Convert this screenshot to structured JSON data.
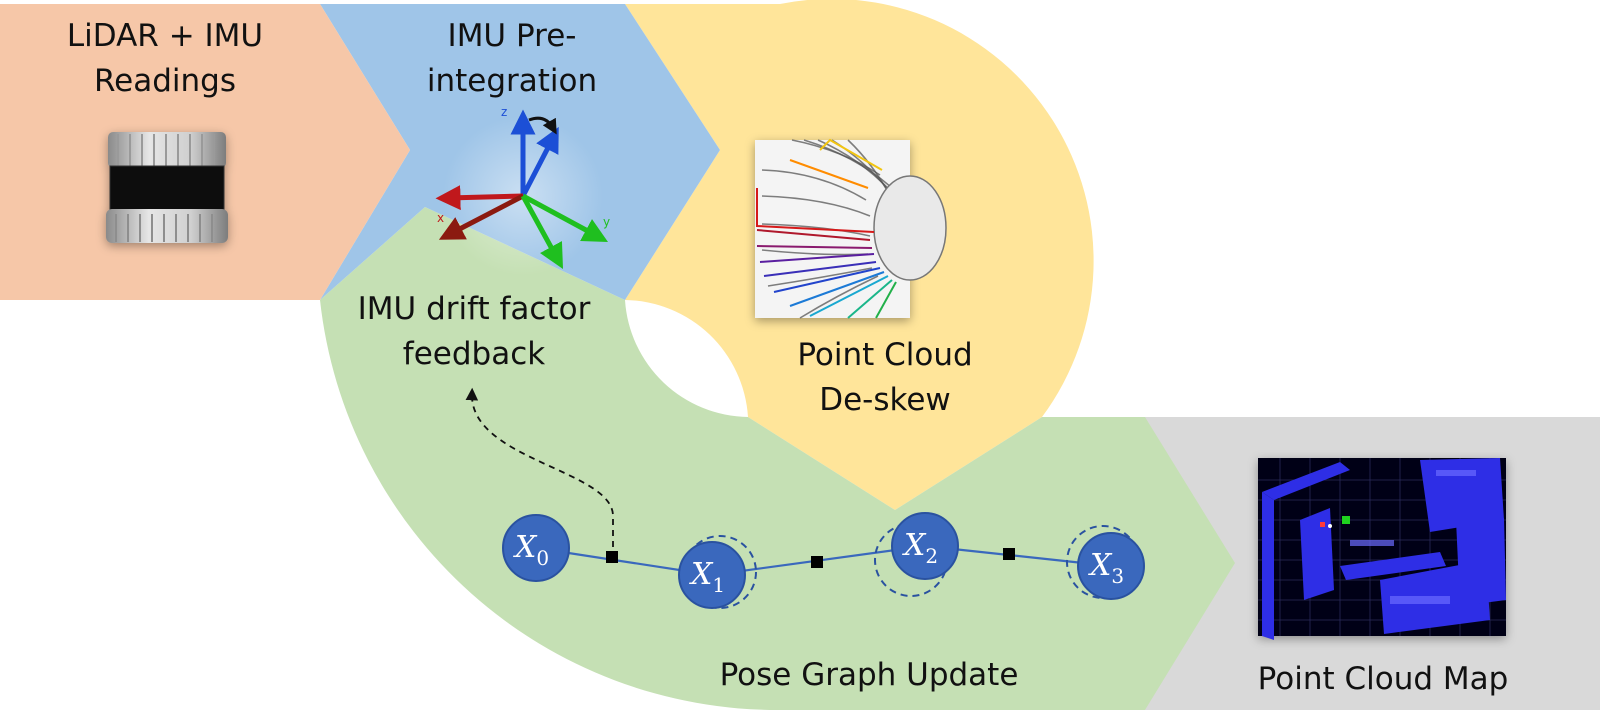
{
  "colors": {
    "stage_readings": "#f6c7a8",
    "stage_preint": "#9fc5e8",
    "stage_deskew": "#ffe59a",
    "stage_pose": "#c5e0b4",
    "stage_map": "#d9d9d9",
    "node_fill": "#3a68bd",
    "node_stroke": "#2a52a0",
    "edge": "#3a68bd"
  },
  "stages": {
    "readings": {
      "line1": "LiDAR + IMU",
      "line2": "Readings",
      "icon": "lidar-sensor-icon"
    },
    "preint": {
      "line1": "IMU Pre-",
      "line2": "integration",
      "icon": "xyz-axes-icon",
      "axis_x": "x",
      "axis_y": "y",
      "axis_z": "z"
    },
    "deskew": {
      "line1": "Point Cloud",
      "line2": "De-skew",
      "icon": "point-cloud-scan-icon"
    },
    "feedback": {
      "line1": "IMU drift factor",
      "line2": "feedback"
    },
    "pose": {
      "label": "Pose Graph Update"
    },
    "map": {
      "label": "Point Cloud Map",
      "icon": "point-cloud-map-icon"
    }
  },
  "pose_graph": {
    "nodes": [
      {
        "var": "X",
        "sub": "0"
      },
      {
        "var": "X",
        "sub": "1"
      },
      {
        "var": "X",
        "sub": "2"
      },
      {
        "var": "X",
        "sub": "3"
      }
    ]
  }
}
